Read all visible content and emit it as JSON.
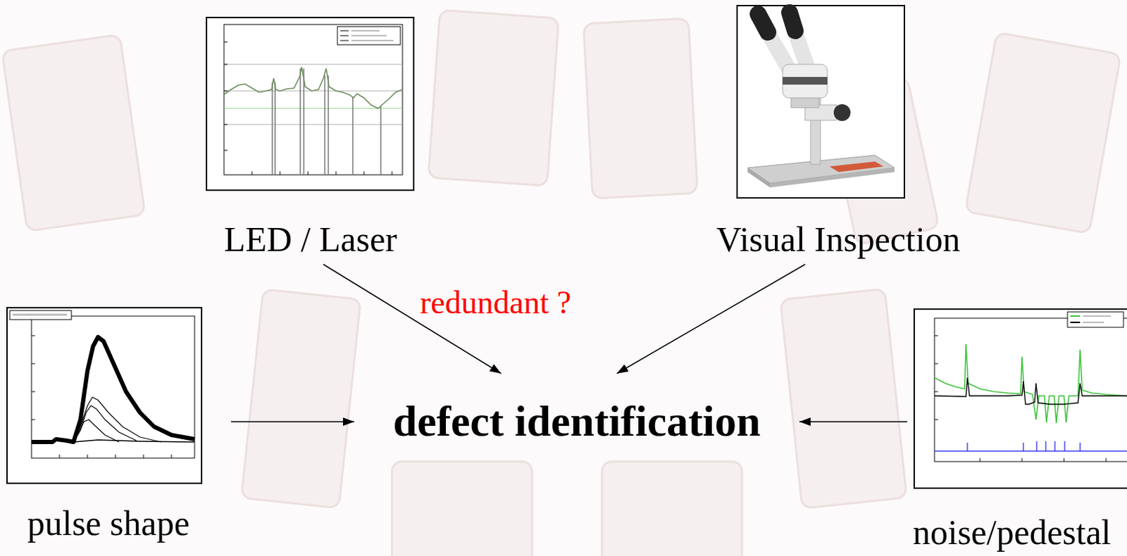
{
  "diagram": {
    "nodes": [
      {
        "text": [
          "LED / Laser"
        ]
      },
      {
        "text": [
          "Visual Inspection"
        ]
      },
      {
        "text": [
          "pulse shape"
        ]
      },
      {
        "text": [
          "defect identification"
        ]
      },
      {
        "text": [
          "noise/pedestal"
        ]
      }
    ],
    "edges": [
      {
        "from": 0,
        "to": 3,
        "arrow": "to"
      },
      {
        "from": 1,
        "to": 3,
        "arrow": "to"
      },
      {
        "from": 2,
        "to": 3,
        "arrow": "to"
      },
      {
        "from": 4,
        "to": 3,
        "arrow": "to"
      }
    ],
    "labels": [
      "redundant ?"
    ]
  }
}
